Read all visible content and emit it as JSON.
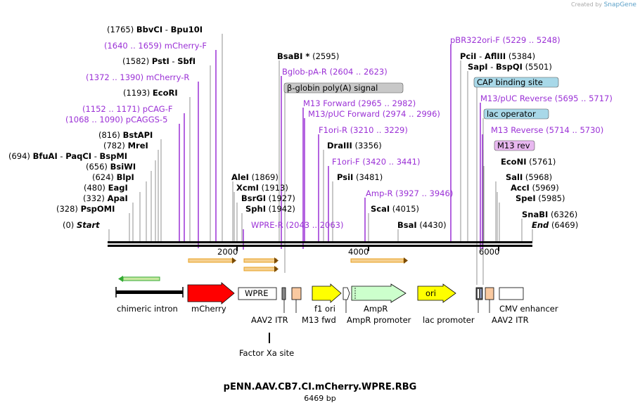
{
  "logo": {
    "prefix": "Created by",
    "brand": "SnapGene"
  },
  "title": "pENN.AAV.CB7.CI.mCherry.WPRE.RBG",
  "subtitle": "6469 bp",
  "colors": {
    "primer": "#9b31d6",
    "feature_red": "#ff0000",
    "feature_yellow": "#ffff00",
    "feature_green": "#ccffcc",
    "feature_orange": "#f9c9a0",
    "orf_orange": "#e8a020",
    "orf_green": "#33aa33",
    "label_box_blue": "#a8d8e8",
    "label_box_grey": "#c8c8c8",
    "label_box_purple": "#e8b8f0"
  },
  "axis": {
    "ticks": [
      "2000",
      "4000",
      "6000"
    ]
  },
  "site_labels": [
    {
      "name": "BbvCI",
      "pos": "(1765)",
      "extra": "Bpu10I",
      "kind": "enzyme"
    },
    {
      "name": "mCherry-F",
      "pos": "(1640 .. 1659)",
      "kind": "primer"
    },
    {
      "name": "PstI",
      "pos": "(1582)",
      "extra": "SbfI",
      "kind": "enzyme"
    },
    {
      "name": "mCherry-R",
      "pos": "(1372 .. 1390)",
      "kind": "primer"
    },
    {
      "name": "EcoRI",
      "pos": "(1193)",
      "kind": "enzyme"
    },
    {
      "name": "pCAG-F",
      "pos": "(1152 .. 1171)",
      "kind": "primer"
    },
    {
      "name": "pCAGGS-5",
      "pos": "(1068 .. 1090)",
      "kind": "primer"
    },
    {
      "name": "BstAPI",
      "pos": "(816)",
      "kind": "enzyme"
    },
    {
      "name": "MreI",
      "pos": "(782)",
      "kind": "enzyme"
    },
    {
      "name": "BfuAI",
      "pos": "(694)",
      "extra": "PaqCI",
      "extra2": "BspMI",
      "kind": "enzyme"
    },
    {
      "name": "BsiWI",
      "pos": "(656)",
      "kind": "enzyme"
    },
    {
      "name": "BlpI",
      "pos": "(624)",
      "kind": "enzyme"
    },
    {
      "name": "EagI",
      "pos": "(480)",
      "kind": "enzyme"
    },
    {
      "name": "ApaI",
      "pos": "(332)",
      "kind": "enzyme"
    },
    {
      "name": "PspOMI",
      "pos": "(328)",
      "kind": "enzyme"
    },
    {
      "name": "Start",
      "pos": "(0)",
      "kind": "end"
    },
    {
      "name": "AleI",
      "pos": "(1869)",
      "kind": "enzyme"
    },
    {
      "name": "XcmI",
      "pos": "(1913)",
      "kind": "enzyme"
    },
    {
      "name": "BsrGI",
      "pos": "(1927)",
      "kind": "enzyme"
    },
    {
      "name": "SphI",
      "pos": "(1942)",
      "kind": "enzyme"
    },
    {
      "name": "WPRE-R",
      "pos": "(2043 .. 2063)",
      "kind": "primer"
    },
    {
      "name": "BsaBI *",
      "pos": "(2595)",
      "kind": "enzyme"
    },
    {
      "name": "Bglob-pA-R",
      "pos": "(2604 .. 2623)",
      "kind": "primer"
    },
    {
      "name": "β-globin poly(A) signal",
      "kind": "box_grey"
    },
    {
      "name": "M13 Forward",
      "pos": "(2965 .. 2982)",
      "kind": "primer"
    },
    {
      "name": "M13/pUC Forward",
      "pos": "(2974 .. 2996)",
      "kind": "primer"
    },
    {
      "name": "F1ori-R",
      "pos": "(3210 .. 3229)",
      "kind": "primer"
    },
    {
      "name": "DraIII",
      "pos": "(3356)",
      "kind": "enzyme"
    },
    {
      "name": "F1ori-F",
      "pos": "(3420 .. 3441)",
      "kind": "primer"
    },
    {
      "name": "PsiI",
      "pos": "(3481)",
      "kind": "enzyme"
    },
    {
      "name": "Amp-R",
      "pos": "(3927 .. 3946)",
      "kind": "primer"
    },
    {
      "name": "ScaI",
      "pos": "(4015)",
      "kind": "enzyme"
    },
    {
      "name": "BsaI",
      "pos": "(4430)",
      "kind": "enzyme"
    },
    {
      "name": "pBR322ori-F",
      "pos": "(5229 .. 5248)",
      "kind": "primer"
    },
    {
      "name": "PciI",
      "pos": "(5384)",
      "extra": "AflIII",
      "kind": "enzyme"
    },
    {
      "name": "SapI",
      "pos": "(5501)",
      "extra": "BspQI",
      "kind": "enzyme"
    },
    {
      "name": "CAP binding site",
      "kind": "box_blue"
    },
    {
      "name": "M13/pUC Reverse",
      "pos": "(5695 .. 5717)",
      "kind": "primer"
    },
    {
      "name": "lac operator",
      "kind": "box_blue"
    },
    {
      "name": "M13 Reverse",
      "pos": "(5714 .. 5730)",
      "kind": "primer"
    },
    {
      "name": "M13 rev",
      "kind": "box_purple"
    },
    {
      "name": "EcoNI",
      "pos": "(5761)",
      "kind": "enzyme"
    },
    {
      "name": "SalI",
      "pos": "(5968)",
      "kind": "enzyme"
    },
    {
      "name": "AccI",
      "pos": "(5969)",
      "kind": "enzyme"
    },
    {
      "name": "SpeI",
      "pos": "(5985)",
      "kind": "enzyme"
    },
    {
      "name": "SnaBI",
      "pos": "(6326)",
      "kind": "enzyme"
    },
    {
      "name": "End",
      "pos": "(6469)",
      "kind": "end"
    }
  ],
  "features": {
    "chimeric_intron": "chimeric intron",
    "mcherry": "mCherry",
    "wpre": "WPRE",
    "aav2_itr_left": "AAV2 ITR",
    "m13_fwd": "M13 fwd",
    "f1_ori": "f1 ori",
    "ampr": "AmpR",
    "ampr_promoter": "AmpR promoter",
    "ori": "ori",
    "lac_promoter": "lac promoter",
    "aav2_itr_right": "AAV2 ITR",
    "cmv_enhancer": "CMV enhancer",
    "factor_xa": "Factor Xa site"
  }
}
